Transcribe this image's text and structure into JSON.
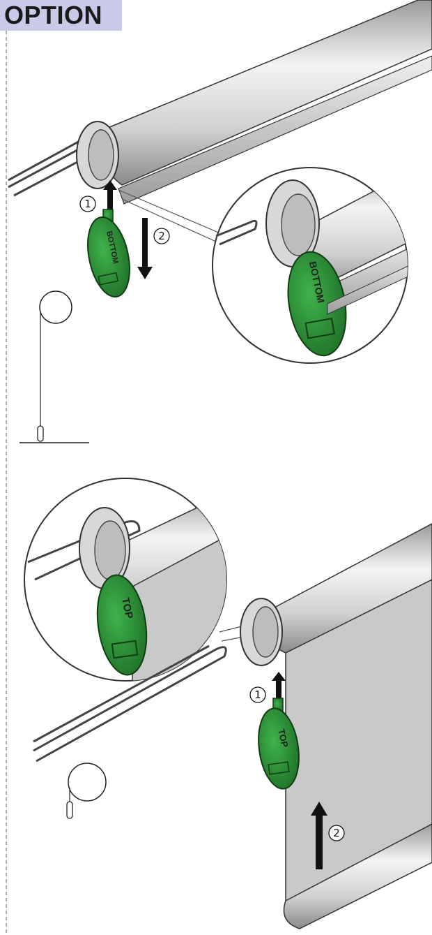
{
  "header": {
    "label": "OPTION"
  },
  "steps": {
    "one": "1",
    "two": "2"
  },
  "tags": {
    "upper": {
      "text": "BOTTOM"
    },
    "lower": {
      "text": "TOP"
    }
  },
  "colors": {
    "tag_green": "#2e9a3a",
    "tag_green_dark": "#1f6e28",
    "header_bg": "#c9c9e8",
    "fabric_gray": "#c9c9c9"
  }
}
